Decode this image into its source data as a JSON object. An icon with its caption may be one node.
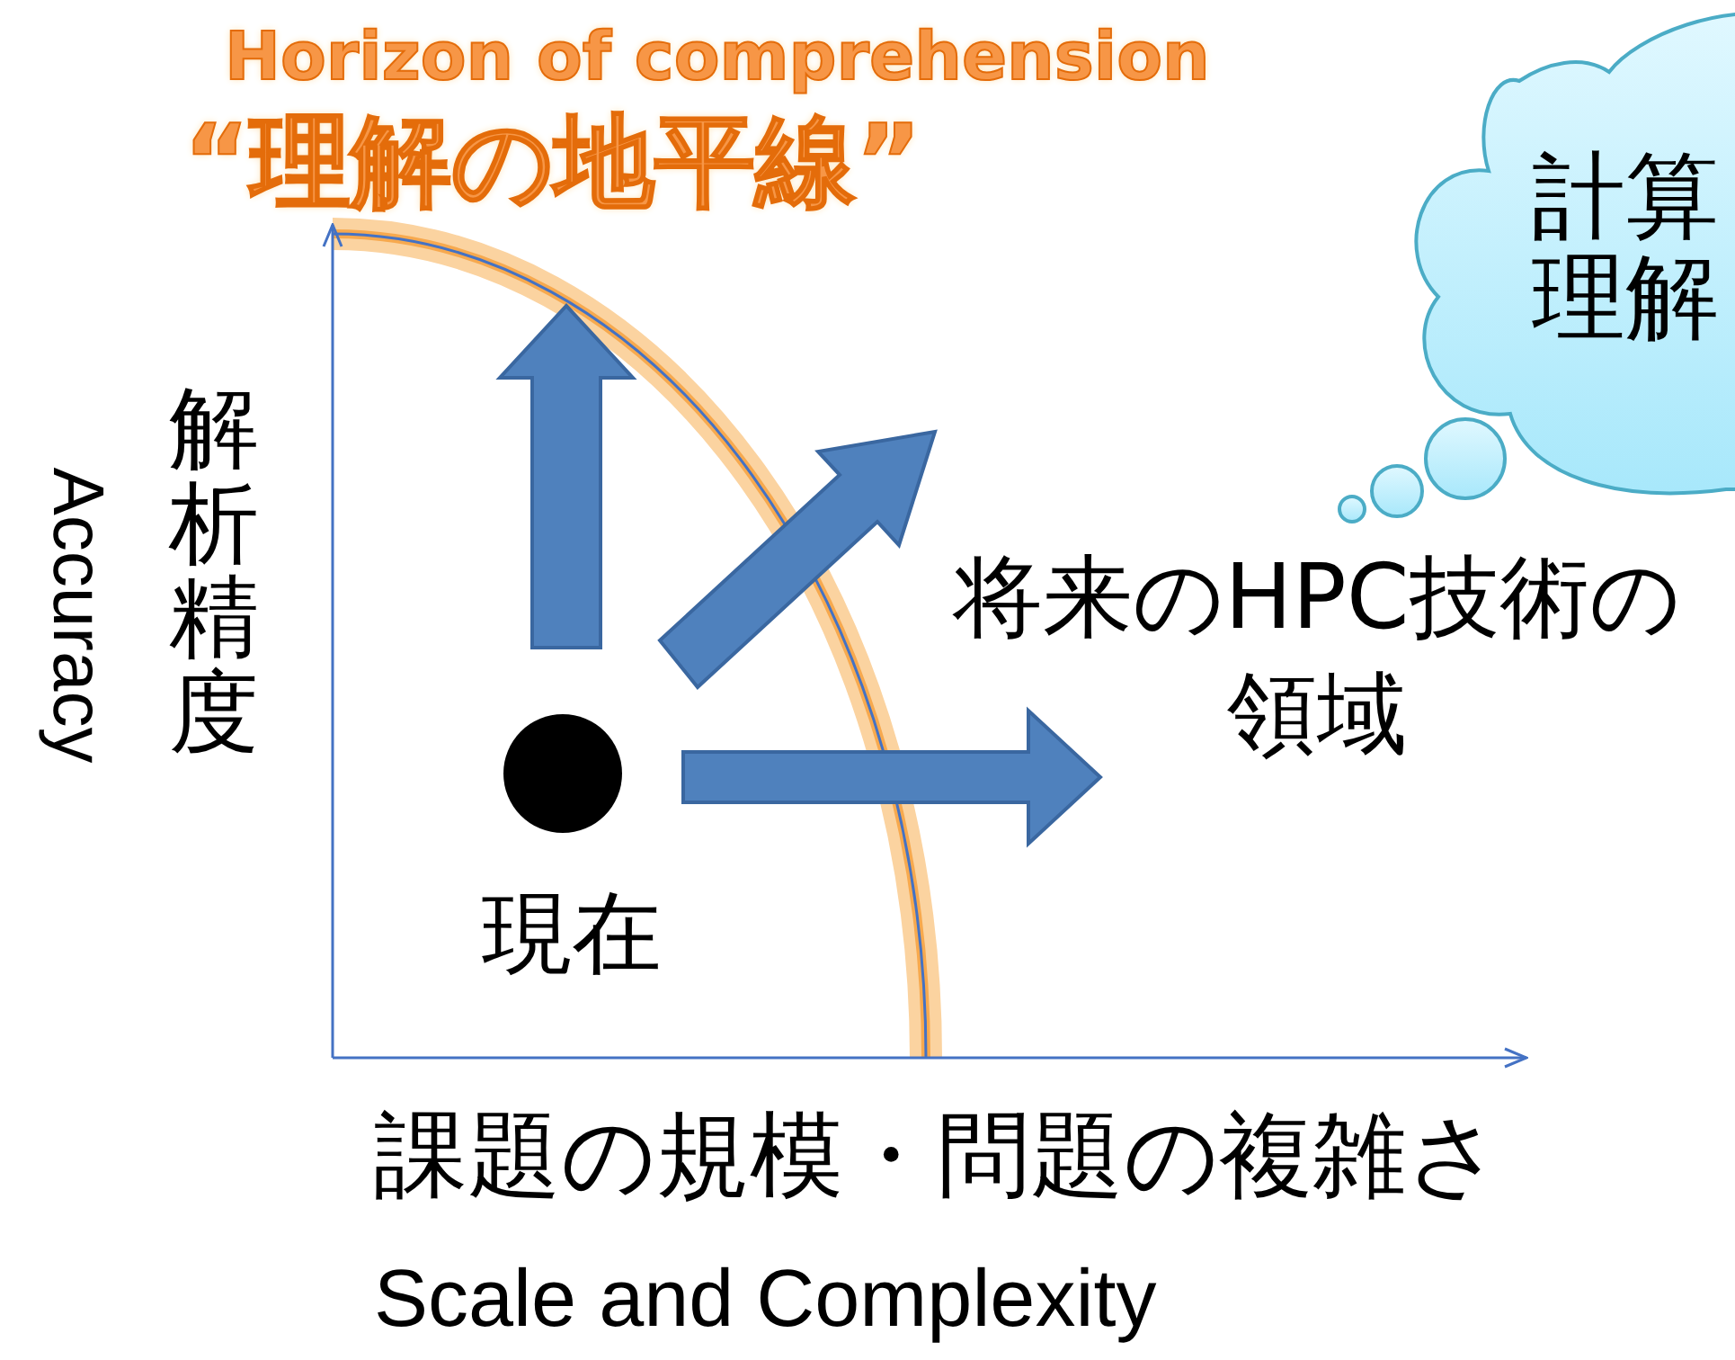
{
  "diagram": {
    "nodes": [
      {
        "text": [
          "計算理解"
        ]
      },
      {
        "text": [],
        "shape": "circle",
        "beside": [
          "現在"
        ]
      }
    ],
    "labels": [
      "Horizon of comprehension",
      "“理解の地平線”",
      "解析精度",
      "Accuracy",
      "将来のHPC技術の領域",
      "課題の規模・問題の複雑さ",
      "Scale and Complexity"
    ]
  }
}
